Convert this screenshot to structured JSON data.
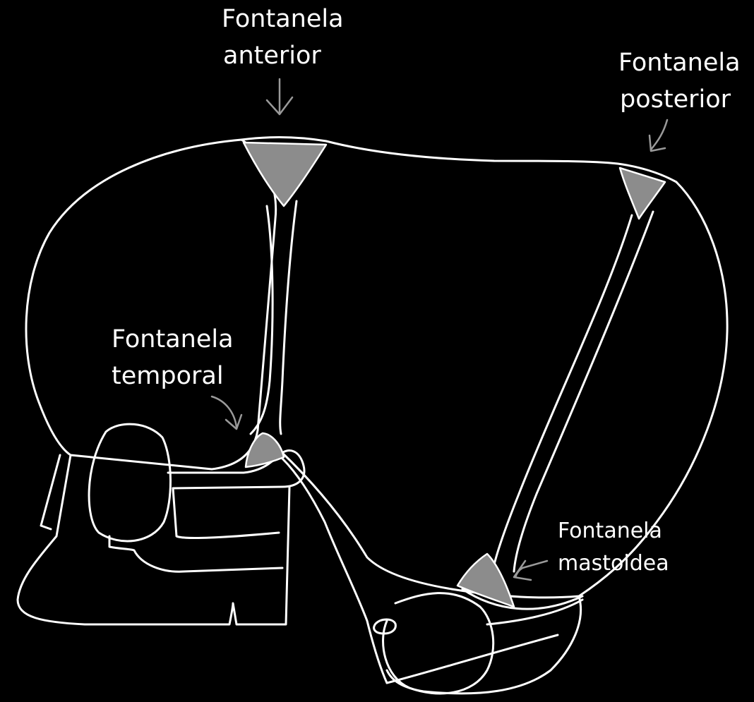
{
  "colors": {
    "background": "#000000",
    "outline": "#ffffff",
    "fontanelle_fill": "#8c8c8c",
    "arrow": "#9a9a9a"
  },
  "labels": {
    "anterior": {
      "line1": "Fontanela",
      "line2": "anterior"
    },
    "posterior": {
      "line1": "Fontanela",
      "line2": "posterior"
    },
    "temporal": {
      "line1": "Fontanela",
      "line2": "temporal"
    },
    "mastoidea": {
      "line1": "Fontanela",
      "line2": "mastoidea"
    }
  }
}
